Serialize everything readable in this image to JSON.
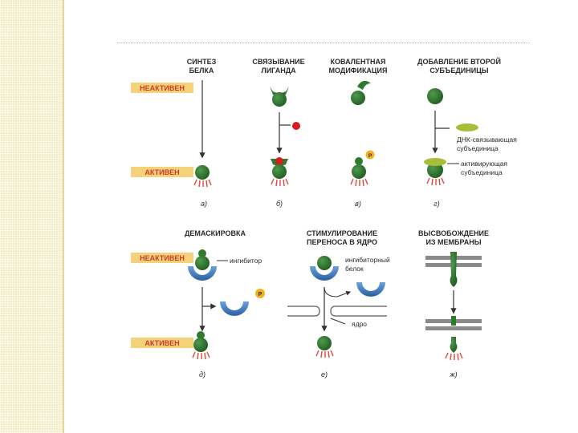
{
  "headers": {
    "synthesis_1": "СИНТЕЗ",
    "synthesis_2": "БЕЛКА",
    "ligand_1": "СВЯЗЫВАНИЕ",
    "ligand_2": "ЛИГАНДА",
    "covalent_1": "КОВАЛЕНТНАЯ",
    "covalent_2": "МОДИФИКАЦИЯ",
    "subunit_1": "ДОБАВЛЕНИЕ ВТОРОЙ",
    "subunit_2": "СУБЪЕДИНИЦЫ",
    "unmask": "ДЕМАСКИРОВКА",
    "transfer_1": "СТИМУЛИРОВАНИЕ",
    "transfer_2": "ПЕРЕНОСА В ЯДРО",
    "release_1": "ВЫСВОБОЖДЕНИЕ",
    "release_2": "ИЗ МЕМБРАНЫ"
  },
  "states": {
    "inactive_top": "НЕАКТИВЕН",
    "active_top": "АКТИВЕН",
    "inactive_bottom": "НЕАКТИВЕН",
    "active_bottom": "АКТИВЕН"
  },
  "labels": {
    "dna_binding_1": "ДНК-связывающая",
    "dna_binding_2": "субъединица",
    "activating_1": "активирующая",
    "activating_2": "субъединица",
    "inhibitor": "ингибитор",
    "inhibitor_protein_1": "ингибиторный",
    "inhibitor_protein_2": "белок",
    "nucleus": "ядро",
    "phosphate_b": "P",
    "phosphate_d": "P"
  },
  "captions": {
    "a": "а)",
    "b": "б)",
    "c": "в)",
    "d": "г)",
    "e": "д)",
    "f": "е)",
    "g": "ж)"
  },
  "colors": {
    "protein": "#2f7a2f",
    "protein_dark": "#1f5a1f",
    "ligand": "#d61e1e",
    "phosphate": "#f0b21e",
    "inhibitor": "#3a78c0",
    "activating_subunit": "#a8bd3a",
    "membrane": "#8a8a8a",
    "state_bg": "#f4d27a",
    "state_text": "#d23a2a",
    "rays": "#e0483c",
    "sidebar": "#f3ecc4"
  }
}
